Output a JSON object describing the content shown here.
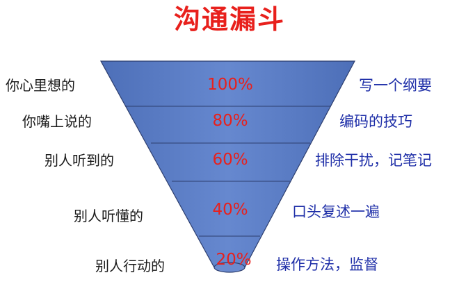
{
  "title": "沟通漏斗",
  "levels": [
    {
      "left": "你心里想的",
      "percent": "100%",
      "right": "写一个纲要"
    },
    {
      "left": "你嘴上说的",
      "percent": "80%",
      "right": "编码的技巧"
    },
    {
      "left": "别人听到的",
      "percent": "60%",
      "right": "排除干扰，记笔记"
    },
    {
      "left": "别人听懂的",
      "percent": "40%",
      "right": "口头复述一遍"
    },
    {
      "left": "别人行动的",
      "percent": "20%",
      "right": "操作方法，监督"
    }
  ],
  "colors": {
    "funnel_fill": "#5a7cc4",
    "funnel_stroke": "#2d3e6e",
    "title": "#e8201c",
    "percent": "#e8201c",
    "right_text": "#1f2fa8"
  }
}
